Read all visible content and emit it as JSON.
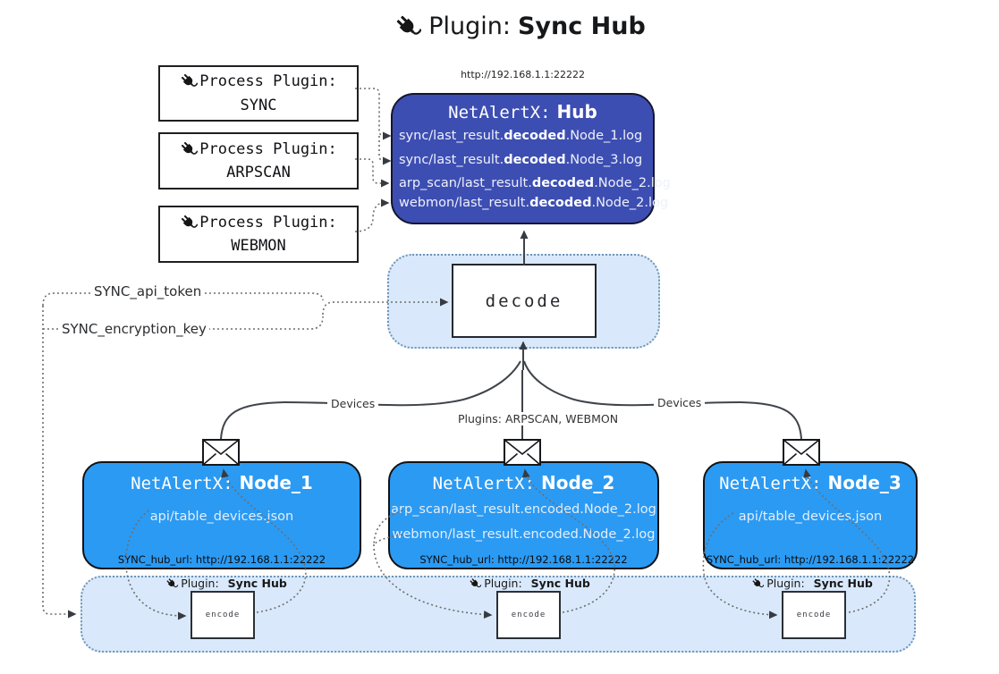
{
  "title": {
    "prefix": "Plugin:",
    "name": "Sync Hub"
  },
  "hub": {
    "url_label": "http://192.168.1.1:22222",
    "title_mono": "NetAlertX:",
    "title_bold": "Hub",
    "logs": [
      {
        "pre": "sync/last_result.",
        "bold": "decoded",
        "post": ".Node_1.log"
      },
      {
        "pre": "sync/last_result.",
        "bold": "decoded",
        "post": ".Node_3.log"
      },
      {
        "pre": "arp_scan/last_result.",
        "bold": "decoded",
        "post": ".Node_2.log"
      },
      {
        "pre": "webmon/last_result.",
        "bold": "decoded",
        "post": ".Node_2.log"
      }
    ]
  },
  "process_plugins": [
    {
      "label": "Process Plugin:",
      "name": "SYNC"
    },
    {
      "label": "Process Plugin:",
      "name": "ARPSCAN"
    },
    {
      "label": "Process Plugin:",
      "name": "WEBMON"
    }
  ],
  "decode": {
    "label": "decode"
  },
  "secrets": {
    "api_token": "SYNC_api_token",
    "encryption_key": "SYNC_encryption_key"
  },
  "edge_labels": {
    "devices_left": "Devices",
    "devices_right": "Devices",
    "plugins_mid": "Plugins: ARPSCAN, WEBMON"
  },
  "nodes": [
    {
      "title_mono": "NetAlertX:",
      "title_bold": "Node_1",
      "lines": [
        "api/table_devices.json"
      ],
      "hub_url": "SYNC_hub_url: http://192.168.1.1:22222"
    },
    {
      "title_mono": "NetAlertX:",
      "title_bold": "Node_2",
      "lines": [
        "arp_scan/last_result.encoded.Node_2.log",
        "webmon/last_result.encoded.Node_2.log"
      ],
      "hub_url": "SYNC_hub_url: http://192.168.1.1:22222"
    },
    {
      "title_mono": "NetAlertX:",
      "title_bold": "Node_3",
      "lines": [
        "api/table_devices.json"
      ],
      "hub_url": "SYNC_hub_url: http://192.168.1.1:22222"
    }
  ],
  "encoders": [
    {
      "plugin_prefix": "Plugin:",
      "plugin_name": "Sync Hub",
      "box": "encode"
    },
    {
      "plugin_prefix": "Plugin:",
      "plugin_name": "Sync Hub",
      "box": "encode"
    },
    {
      "plugin_prefix": "Plugin:",
      "plugin_name": "Sync Hub",
      "box": "encode"
    }
  ],
  "colors": {
    "hub_fill": "#3d4eb2",
    "node_fill": "#2b9af3",
    "container_fill": "#d9e9fb",
    "container_border": "#6f94b6",
    "arrow": "#363b42"
  }
}
